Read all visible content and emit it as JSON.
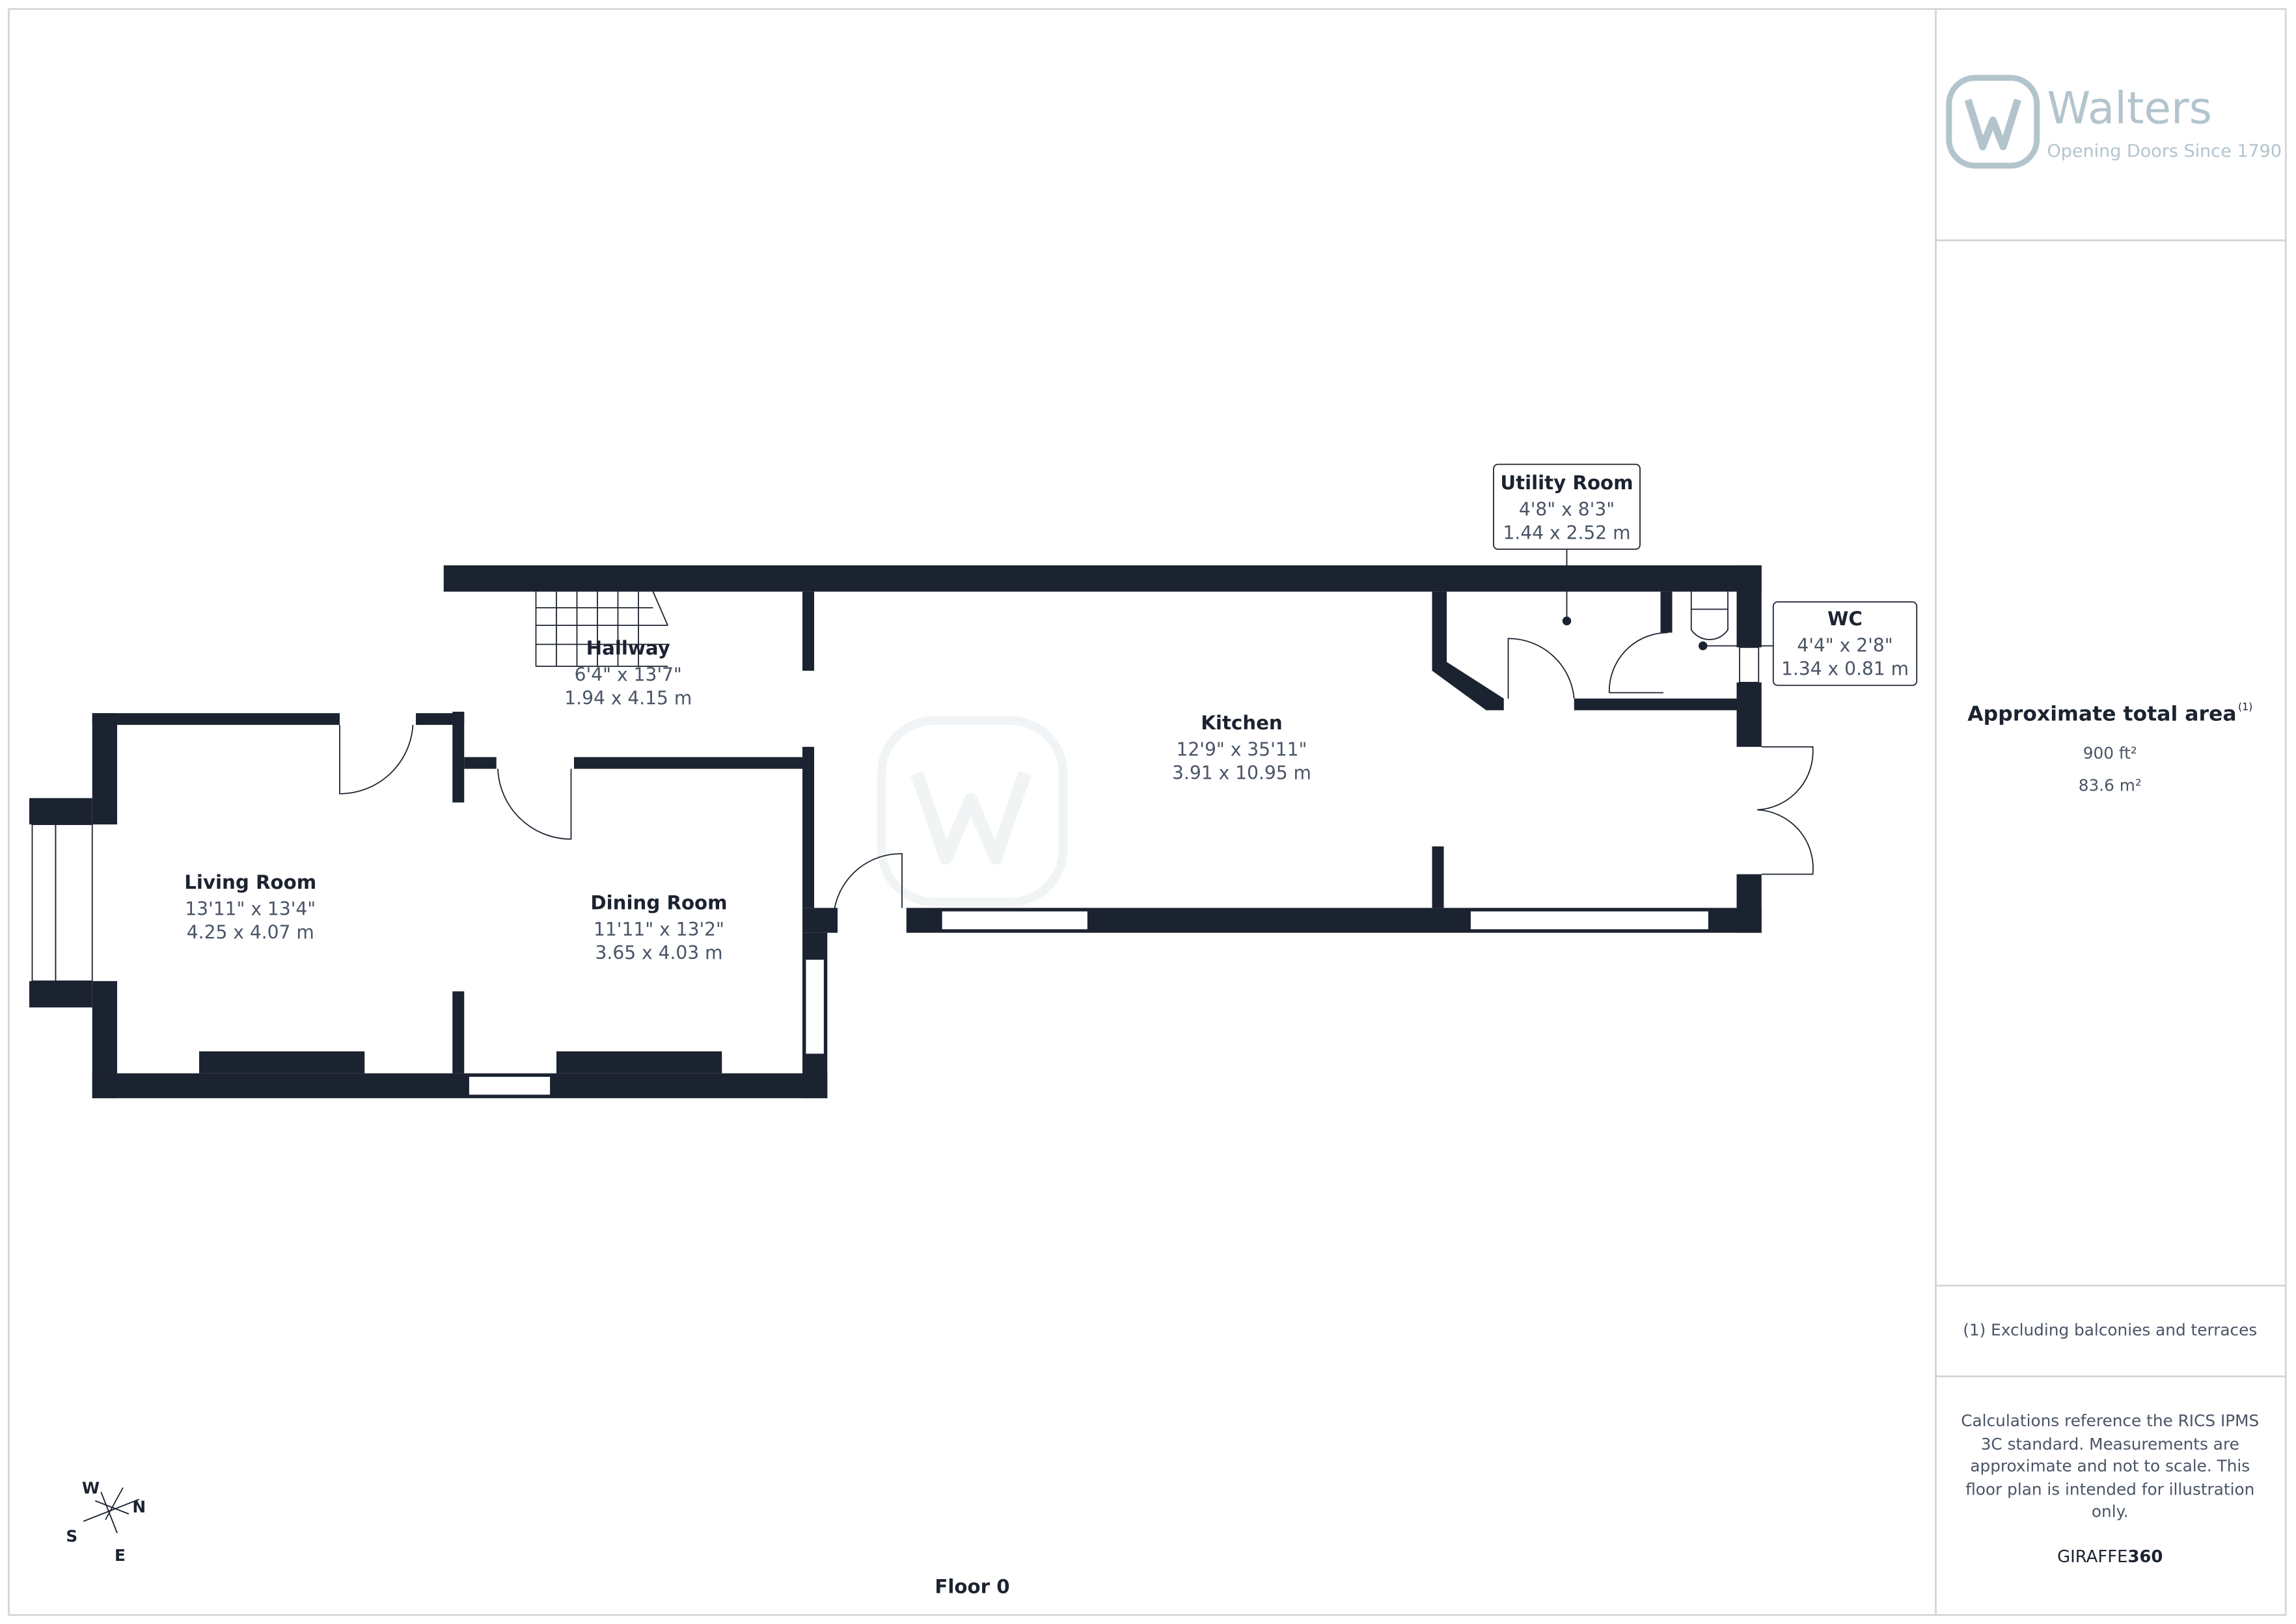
{
  "brand": {
    "name": "Walters",
    "tagline": "Opening Doors Since 1790",
    "color": "#b3c4cd"
  },
  "rooms": [
    {
      "name": "Hallway",
      "imperial": "6'4\" x 13'7\"",
      "metric": "1.94 x 4.15 m"
    },
    {
      "name": "Kitchen",
      "imperial": "12'9\" x 35'11\"",
      "metric": "3.91 x 10.95 m"
    },
    {
      "name": "Utility Room",
      "imperial": "4'8\" x 8'3\"",
      "metric": "1.44 x 2.52 m"
    },
    {
      "name": "WC",
      "imperial": "4'4\" x 2'8\"",
      "metric": "1.34 x 0.81 m"
    },
    {
      "name": "Living Room",
      "imperial": "13'11\" x 13'4\"",
      "metric": "4.25 x 4.07 m"
    },
    {
      "name": "Dining Room",
      "imperial": "11'11\" x 13'2\"",
      "metric": "3.65 x 4.03 m"
    }
  ],
  "floor_label": "Floor 0",
  "compass": {
    "w": "W",
    "n": "N",
    "s": "S",
    "e": "E"
  },
  "area": {
    "title": "Approximate total area",
    "footnote_mark": "(1)",
    "imperial": "900 ft²",
    "metric": "83.6 m²"
  },
  "footnote": "(1) Excluding balconies and terraces",
  "disclaimer": [
    "Calculations reference the RICS IPMS",
    "3C standard. Measurements are",
    "approximate and not to scale. This",
    "floor plan is intended for illustration",
    "only."
  ],
  "credit": {
    "prefix": "GIRAFFE",
    "suffix": "360"
  },
  "wall_color": "#1c2330"
}
